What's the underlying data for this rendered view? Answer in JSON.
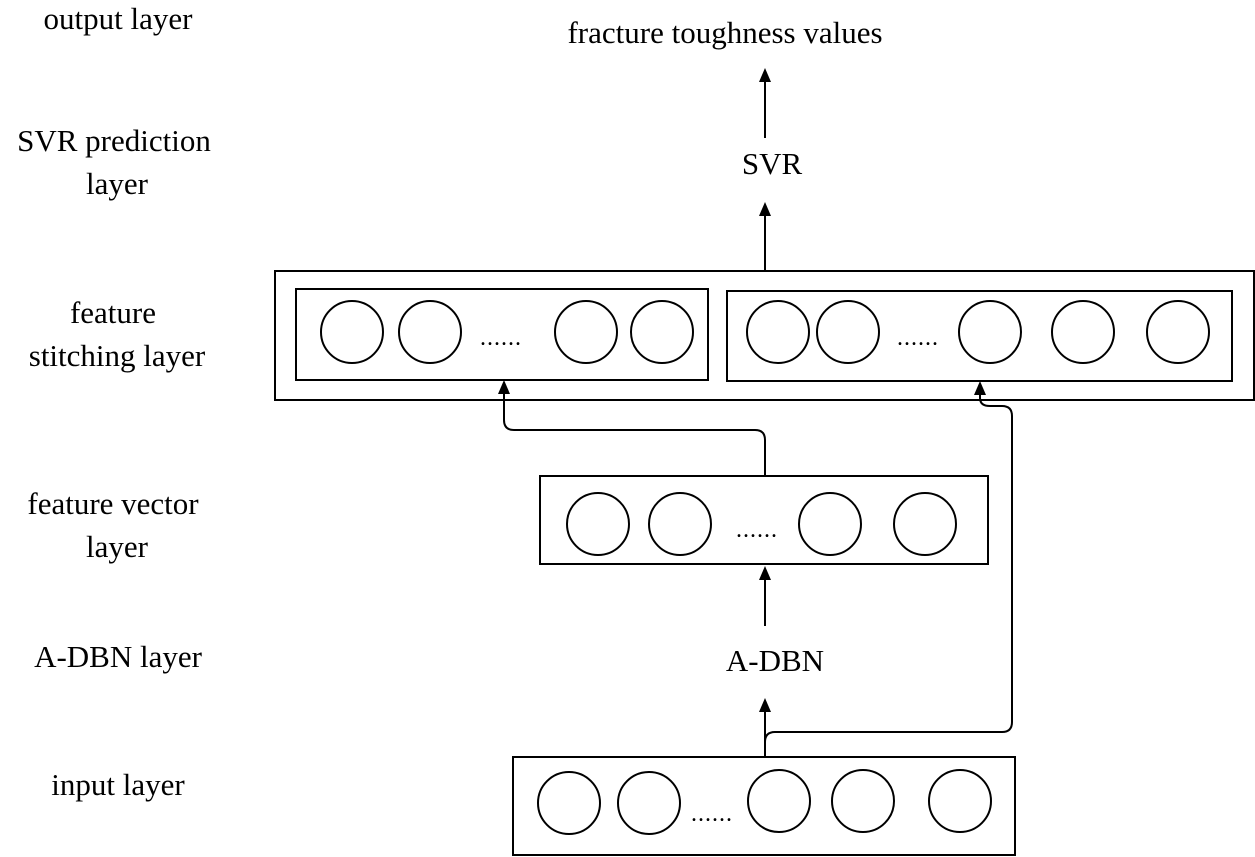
{
  "layers": {
    "output": "output layer",
    "svr_line1": "SVR prediction",
    "svr_line2": "layer",
    "stitch_line1": "feature",
    "stitch_line2": "stitching layer",
    "vector_line1": "feature vector",
    "vector_line2": "layer",
    "adbn": "A-DBN layer",
    "input": "input layer"
  },
  "nodes": {
    "output": "fracture toughness values",
    "svr": "SVR",
    "adbn": "A-DBN"
  },
  "ellipsis": "......"
}
